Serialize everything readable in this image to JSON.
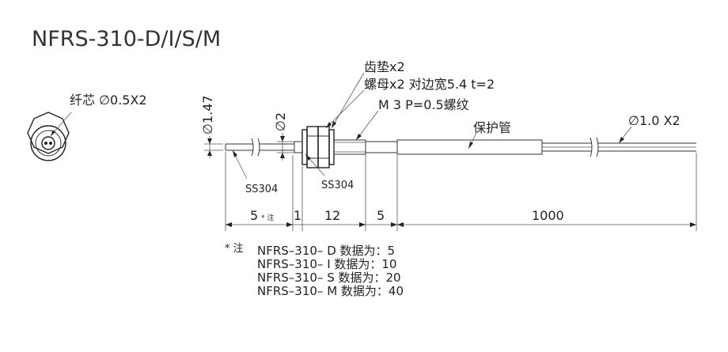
{
  "title": "NFRS-310-D/I/S/M",
  "callouts": {
    "core": "纤芯 ∅0.5X2",
    "washer": "齿垫x2",
    "nut": "螺母x2  对边宽5.4 t=2",
    "thread": "M 3  P=0.5螺纹",
    "tube": "保护管",
    "fiber": "∅1.0  X2",
    "dia_tip": "∅1.47",
    "dia_2": "∅2",
    "material_tip": "SS304",
    "material_body": "SS304"
  },
  "dims": {
    "d1": "5",
    "d1_mark": "* 注",
    "d2": "1",
    "d3": "12",
    "d4": "5",
    "d5": "1000"
  },
  "notes": {
    "marker": "* 注",
    "lines": [
      "NFRS–310– D 数据为：5",
      "NFRS–310– I  数据为：10",
      "NFRS–310– S 数据为：20",
      "NFRS–310– M 数据为：40"
    ]
  }
}
